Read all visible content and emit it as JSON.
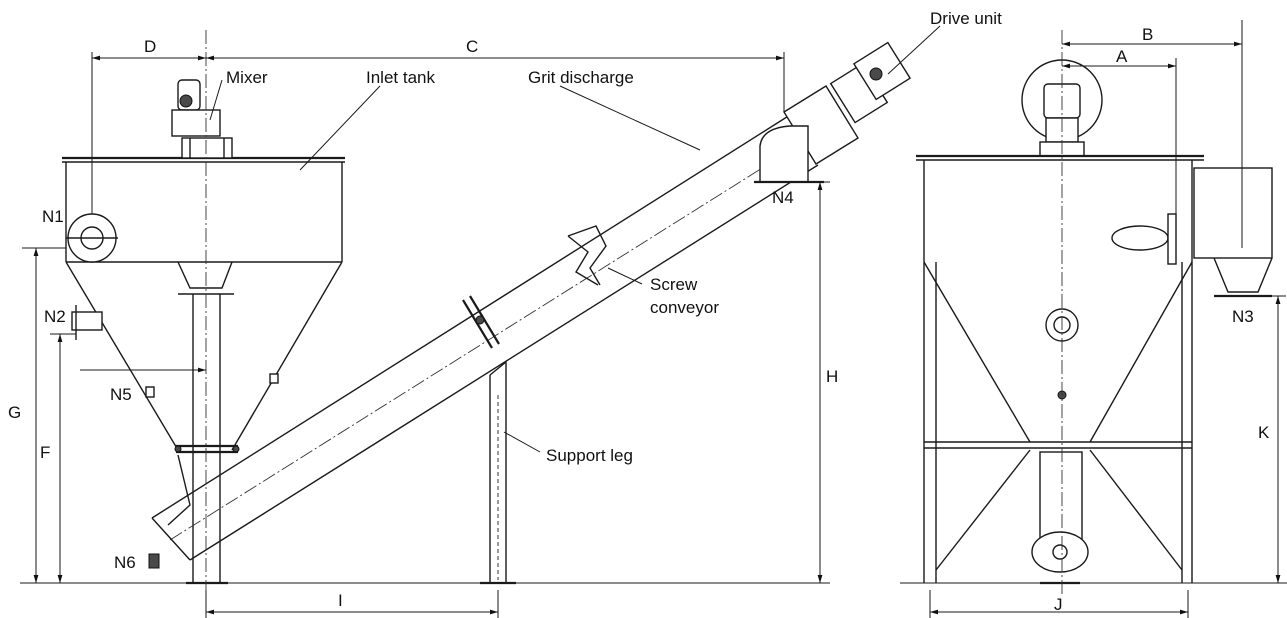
{
  "labels": {
    "drive_unit": "Drive unit",
    "mixer": "Mixer",
    "inlet_tank": "Inlet tank",
    "grit_discharge": "Grit discharge",
    "screw_conveyor_line1": "Screw",
    "screw_conveyor_line2": "conveyor",
    "support_leg": "Support leg"
  },
  "nozzles": {
    "n1": "N1",
    "n2": "N2",
    "n3": "N3",
    "n4": "N4",
    "n5": "N5",
    "n6": "N6"
  },
  "dimensions": {
    "a": "A",
    "b": "B",
    "c": "C",
    "d": "D",
    "f": "F",
    "g": "G",
    "h": "H",
    "i": "I",
    "j": "J",
    "k": "K"
  }
}
